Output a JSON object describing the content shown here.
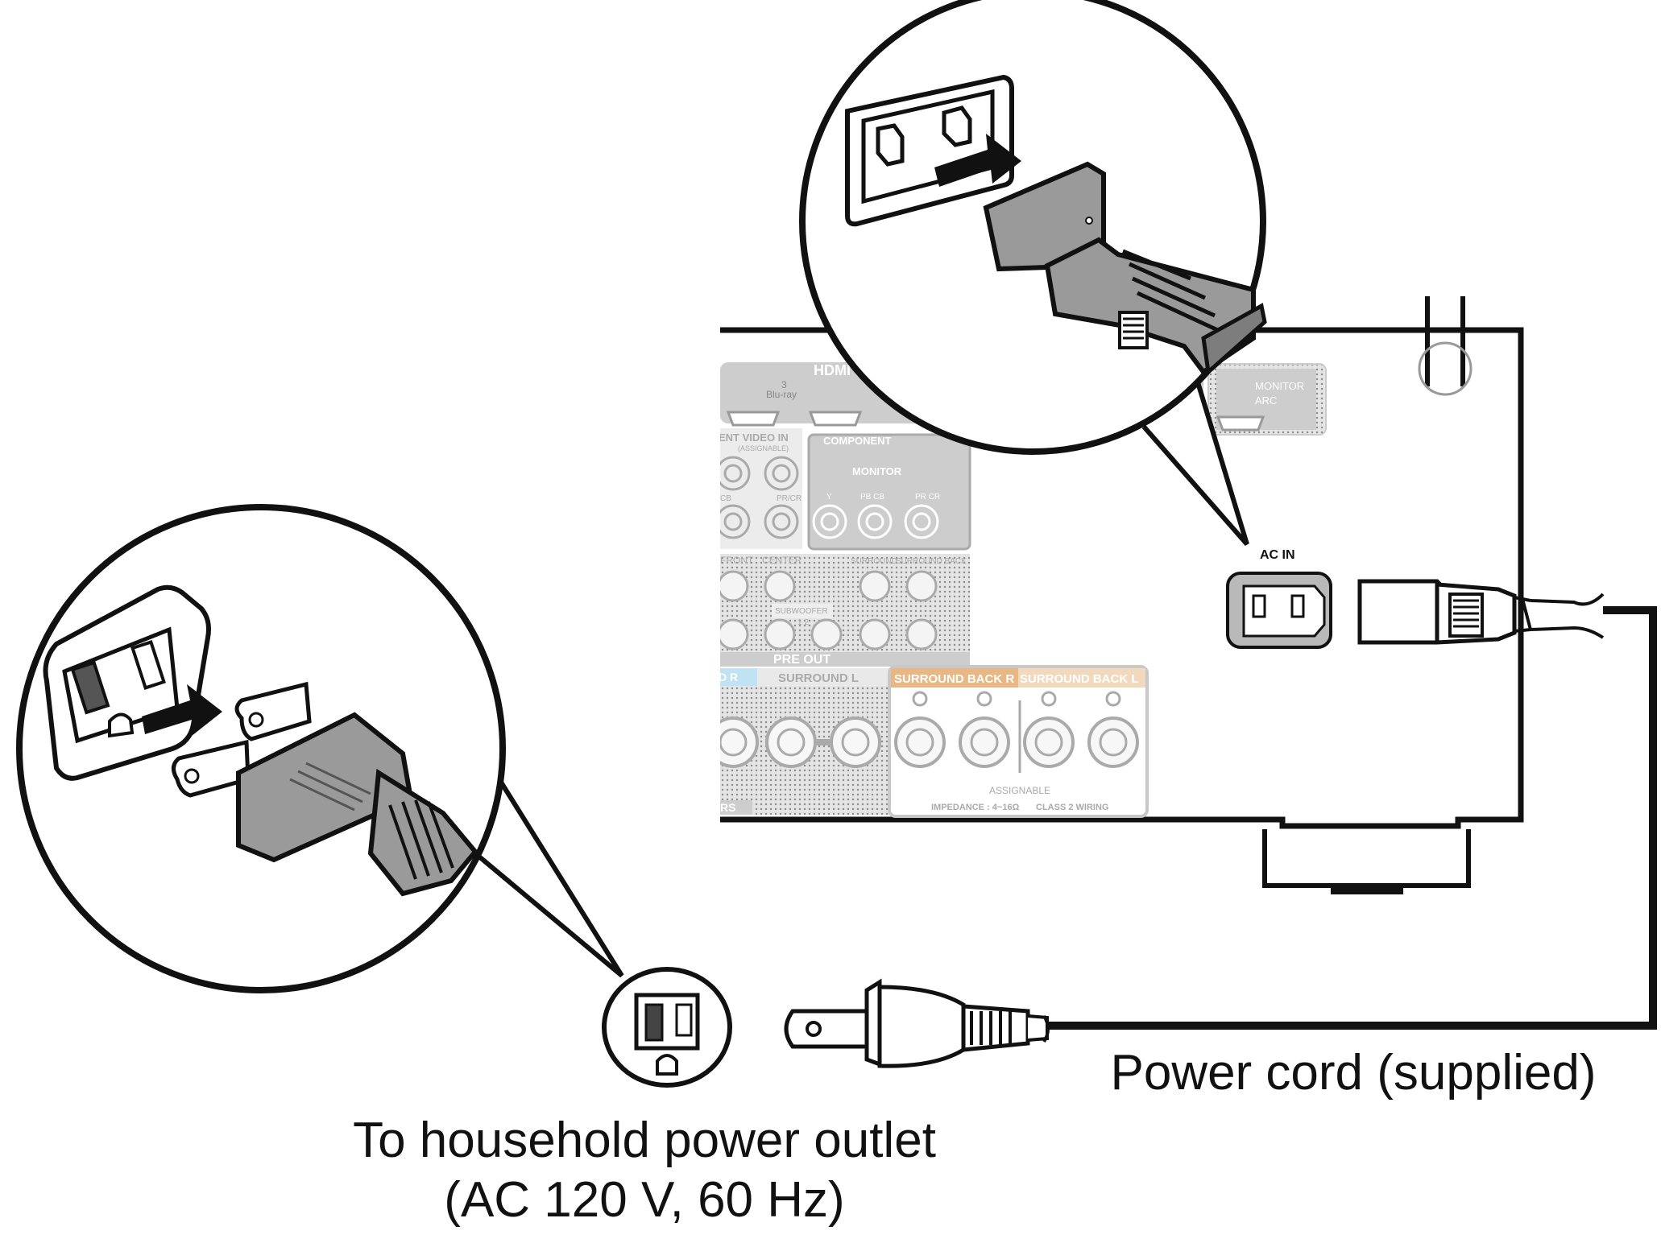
{
  "labels": {
    "cord_caption": "Power cord (supplied)",
    "outlet_caption_line1": "To household power outlet",
    "outlet_caption_line2": "(AC 120 V, 60 Hz)",
    "ac_in": "AC IN"
  },
  "panel": {
    "hdmi": "HDMI",
    "hdmi_3": "3",
    "bluray": "Blu-ray",
    "monitor_arc_1": "MONITOR",
    "monitor_arc_2": "ARC",
    "component_video_in": "ENT VIDEO IN",
    "assignable_small": "(ASSIGNABLE)",
    "component_out": "COMPONENT",
    "monitor": "MONITOR",
    "y": "Y",
    "pb_cb": "PB CB",
    "pr_cr": "PR CR",
    "cb": "CB",
    "pr_cr_left": "PR/CR",
    "front": "FRONT",
    "center": "CENTER",
    "surround": "SURROUND",
    "surround_back": "SURROUND BACK",
    "subwoofer": "SUBWOOFER",
    "sub_12": "1    2",
    "pre_out": "PRE OUT",
    "sp_surround_l": "SURROUND L",
    "sp_surround_back_r": "SURROUND BACK R",
    "sp_surround_back_l": "SURROUND BACK L",
    "assignable": "ASSIGNABLE",
    "impedance": "IMPEDANCE : 4~16Ω",
    "class2": "CLASS 2 WIRING",
    "rs": "RS",
    "dr": "D R"
  },
  "colors": {
    "line": "#111111",
    "panel_gray": "#cfcfcf",
    "plug_gray": "#9a9a9a",
    "speaker_blue": "#bfe3f2",
    "speaker_orange": "#e8b784"
  }
}
